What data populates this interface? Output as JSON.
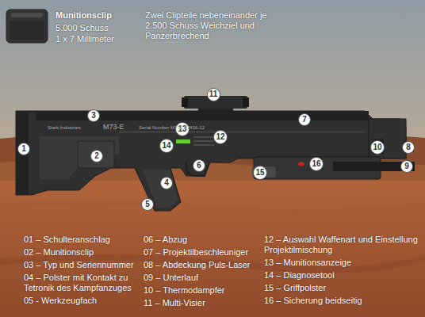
{
  "diagram": {
    "nodes": [
      {
        "text": [
          "1"
        ]
      },
      {
        "text": [
          "2"
        ]
      },
      {
        "text": [
          "3"
        ]
      },
      {
        "text": [
          "4"
        ]
      },
      {
        "text": [
          "5"
        ]
      },
      {
        "text": [
          "6"
        ]
      },
      {
        "text": [
          "7"
        ]
      },
      {
        "text": [
          "8"
        ]
      },
      {
        "text": [
          "9"
        ]
      },
      {
        "text": [
          "10"
        ]
      },
      {
        "text": [
          "11"
        ]
      },
      {
        "text": [
          "12"
        ]
      },
      {
        "text": [
          "13"
        ]
      },
      {
        "text": [
          "14"
        ]
      },
      {
        "text": [
          "15"
        ]
      },
      {
        "text": [
          "16"
        ]
      }
    ],
    "labels": [
      "Munitionsclip",
      "5.000 Schuss",
      "1 x 7 Millimeter",
      "Zwei Clipteile nebeneinander je 2.500 Schuss Weichziel und Panzerbrechend",
      "Stark Industries",
      "M73-E",
      "Serial Number",
      "M73E-27416-12",
      "01 – Schulteranschlag",
      "02 – Munitionsclip",
      "03 – Typ und Seriennummer",
      "04 – Polster mit Kontakt zu Tetronik des Kampfanzuges",
      "05 - Werkzeugfach",
      "06 – Abzug",
      "07 – Projektilbeschleuniger",
      "08 – Abdeckung Puls-Laser",
      "09 – Unterlauf",
      "10 – Thermodampfer",
      "11 – Multi-Visier",
      "12 – Auswahl Waffenart und Einstellung Projektilmischung",
      "13 – Munitionsanzeige",
      "14 – Diagnosetool",
      "15 – Griffpolster",
      "16 – Sicherung beidseitig"
    ]
  }
}
